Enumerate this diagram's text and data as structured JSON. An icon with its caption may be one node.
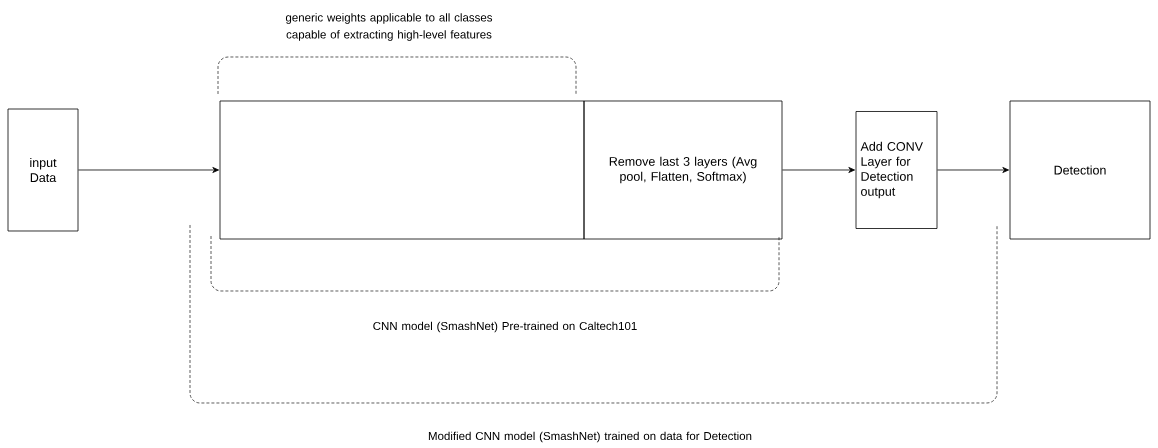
{
  "diagram": {
    "nodes": [
      {
        "text": [
          "input Data"
        ]
      },
      {
        "text": [],
        "shape": "box"
      },
      {
        "text": [
          "Remove last 3 layers (Avg pool, Flatten, Softmax)"
        ]
      },
      {
        "text": [
          "Add CONV Layer for Detection output"
        ]
      },
      {
        "text": [
          "Detection"
        ]
      }
    ],
    "edges": [
      {
        "from": 0,
        "to": 1,
        "arrow": "to"
      },
      {
        "from": 2,
        "to": 3,
        "arrow": "to"
      },
      {
        "from": 3,
        "to": 4,
        "arrow": "to"
      }
    ],
    "labels": [
      "generic weights applicable to all classes capable of extracting high-level features",
      "CNN model (SmashNet) Pre-trained on Caltech101",
      "Modified CNN model (SmashNet) trained on data for Detection"
    ]
  }
}
